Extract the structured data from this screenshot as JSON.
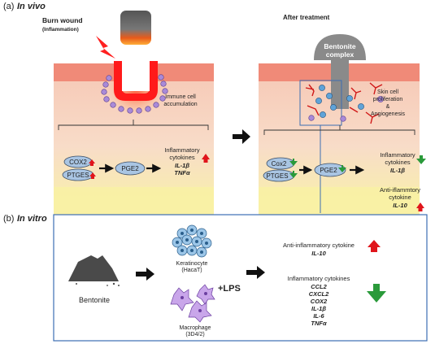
{
  "panel_a": {
    "label": "(a)",
    "title": "In vivo",
    "left": {
      "heading_line1": "Burn wound",
      "heading_line2": "(Inflammation)",
      "immune_line1": "Immune cell",
      "immune_line2": "accumulation",
      "cox2": "COX2",
      "ptges": "PTGES",
      "pge2": "PGE2",
      "infl_line1": "Inflammatory",
      "infl_line2": "cytokines",
      "il1b": "IL-1β",
      "tnfa": "TNFα"
    },
    "right": {
      "heading": "After treatment",
      "complex_line1": "Bentonite",
      "complex_line2": "complex",
      "skin_line1": "Skin cell",
      "skin_line2": "proliferation",
      "skin_line3": "&",
      "skin_line4": "Angiogenesis",
      "cox2": "Cox2",
      "ptges": "PTGES",
      "pge2": "PGE2",
      "infl_line1": "Inflammatory",
      "infl_line2": "cytokines",
      "il1b": "IL-1β",
      "anti_line1": "Anti-iflammtory",
      "anti_line2": "cytokine",
      "il10": "IL-10"
    }
  },
  "panel_b": {
    "label": "(b)",
    "title": "In vitro",
    "bentonite": "Bentonite",
    "keratinocyte": "Keratinocyte",
    "hacat": "(HacaT)",
    "lps": "+LPS",
    "macrophage": "Macrophage",
    "macrophage_line": "(3D4/2)",
    "anti_title": "Anti-inflammatory cytokine",
    "anti_item": "IL-10",
    "infl_title": "Inflammatory cytokines",
    "infl_items": [
      "CCL2",
      "CXCL2",
      "COX2",
      "IL-1β",
      "IL-6",
      "TNFα"
    ]
  },
  "colors": {
    "skin_top": "#f08a78",
    "skin_mid": "#f6c4b2",
    "fat": "#f8f1a4",
    "wound_red": "#ff1a1a",
    "up_arrow": "#e0151b",
    "down_arrow": "#2a9a3a",
    "panel_blue": "#3d6fb3",
    "cell_blue": "#5fa3d8",
    "cell_purple": "#a98ad8"
  }
}
